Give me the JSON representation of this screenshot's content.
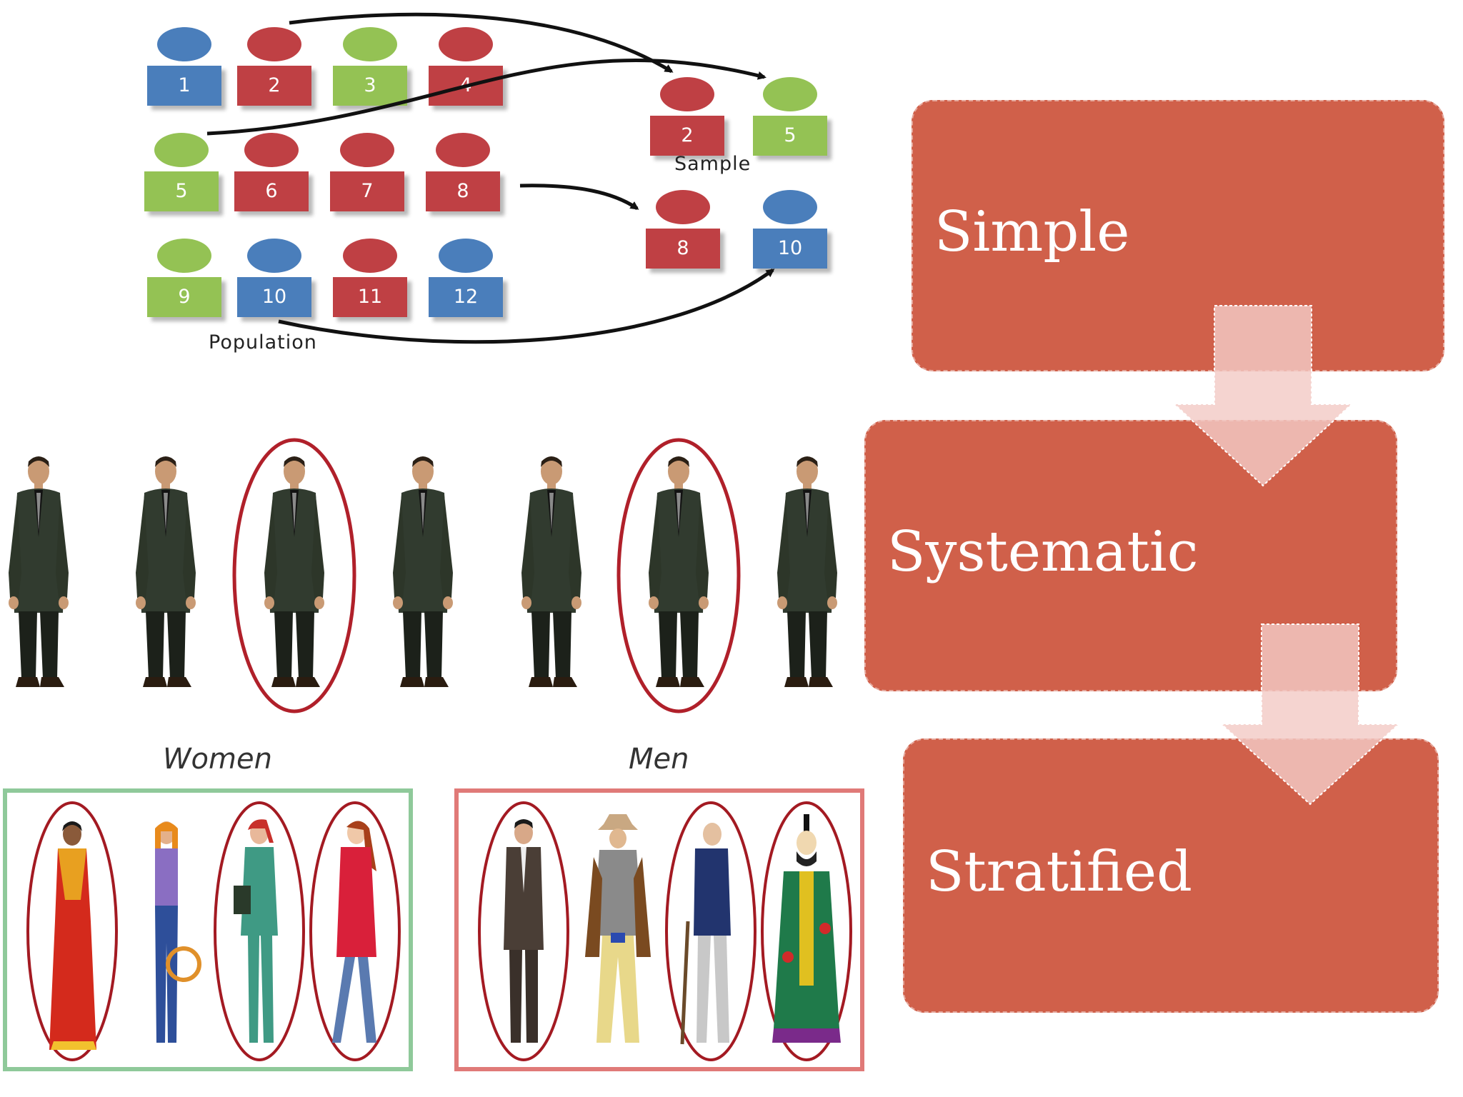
{
  "population": {
    "caption": "Population",
    "tokens": [
      {
        "label": "1",
        "color": "blue"
      },
      {
        "label": "2",
        "color": "red"
      },
      {
        "label": "3",
        "color": "green"
      },
      {
        "label": "4",
        "color": "red"
      },
      {
        "label": "5",
        "color": "green"
      },
      {
        "label": "6",
        "color": "red"
      },
      {
        "label": "7",
        "color": "red"
      },
      {
        "label": "8",
        "color": "red"
      },
      {
        "label": "9",
        "color": "green"
      },
      {
        "label": "10",
        "color": "blue"
      },
      {
        "label": "11",
        "color": "red"
      },
      {
        "label": "12",
        "color": "blue"
      }
    ]
  },
  "sample": {
    "caption": "Sample",
    "tokens": [
      {
        "label": "2",
        "color": "red"
      },
      {
        "label": "5",
        "color": "green"
      },
      {
        "label": "8",
        "color": "red"
      },
      {
        "label": "10",
        "color": "blue"
      }
    ]
  },
  "systematic": {
    "figure_count": 7,
    "selected_positions": [
      3,
      6
    ],
    "selection_color": "#b0202a"
  },
  "stratified": {
    "groups": [
      {
        "label": "Women",
        "border_color": "#8fc99a",
        "figures": [
          "sari-woman",
          "casual-woman",
          "suit-woman",
          "coat-woman"
        ]
      },
      {
        "label": "Men",
        "border_color": "#e07a78",
        "figures": [
          "suit-man",
          "cowboy-man",
          "elderly-man",
          "samurai-man"
        ]
      }
    ]
  },
  "flow": {
    "steps": [
      "Simple",
      "Systematic",
      "Stratified"
    ],
    "box_color": "#d0604a",
    "arrow_color": "#f0c4c0"
  },
  "colors": {
    "blue": "#4a7ebb",
    "red": "#bf4044",
    "green": "#94c254"
  }
}
